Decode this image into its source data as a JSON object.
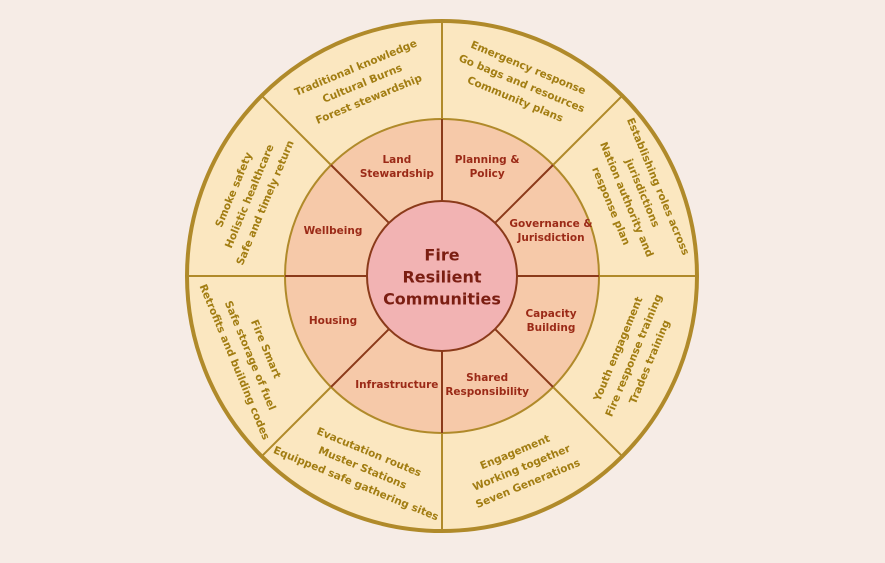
{
  "center_label": [
    "Fire",
    "Resilient",
    "Communities"
  ],
  "colors": {
    "background": "#f6ece6",
    "outer_ring": "#fbe7c0",
    "middle_ring": "#f6c9a9",
    "center": "#f2b3b3",
    "border": "#b08a2a",
    "divider_middle": "#8b3a1a",
    "outer_text": "#a27d12",
    "middle_text": "#9b2a17",
    "center_text": "#7b1e12"
  },
  "sectors": [
    {
      "name": "Planning & Policy",
      "lines": [
        "Planning &",
        "Policy"
      ],
      "outer": [
        "Emergency response",
        "Go bags and resources",
        "Community  plans"
      ]
    },
    {
      "name": "Governance & Jurisdiction",
      "lines": [
        "Governance &",
        "Jurisdiction"
      ],
      "outer": [
        "Establishing roles across",
        "jurisdictions",
        "Nation authority and",
        "response plan"
      ]
    },
    {
      "name": "Capacity Building",
      "lines": [
        "Capacity",
        "Building"
      ],
      "outer": [
        "Youth engagement",
        "Fire response training",
        "Trades training"
      ]
    },
    {
      "name": "Shared Responsibility",
      "lines": [
        "Shared",
        "Responsibility"
      ],
      "outer": [
        "Engagement",
        "Working together",
        "Seven Generations"
      ]
    },
    {
      "name": "Infrastructure",
      "lines": [
        "Infrastructure"
      ],
      "outer": [
        "Evacutation routes",
        "Muster Stations",
        "Equipped safe gathering sites"
      ]
    },
    {
      "name": "Housing",
      "lines": [
        "Housing"
      ],
      "outer": [
        "Fire Smart",
        "Safe storage of fuel",
        "Retrofits and building codes"
      ]
    },
    {
      "name": "Wellbeing",
      "lines": [
        "Wellbeing"
      ],
      "outer": [
        "Smoke safety",
        "Holistic healthcare",
        "Safe and timely return"
      ]
    },
    {
      "name": "Land Stewardship",
      "lines": [
        "Land",
        "Stewardship"
      ],
      "outer": [
        "Traditional knowledge",
        "Cultural Burns",
        "Forest stewardship"
      ]
    }
  ]
}
